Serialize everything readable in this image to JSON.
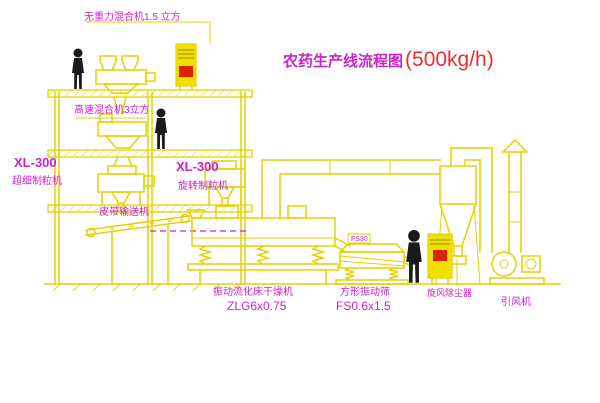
{
  "title": {
    "text": "农药生产线流程图",
    "capacity": "(500kg/h)"
  },
  "labels": {
    "top_mixer": "无重力混合机1.5 立方",
    "high_speed_mixer": "高速混合机3立方",
    "granulator_left_model": "XL-300",
    "granulator_left_name": "超细制粒机",
    "granulator_right_model": "XL-300",
    "granulator_right_name": "旋转制粒机",
    "belt_conveyor": "皮带输送机",
    "dryer_name": "振动流化床干燥机",
    "dryer_model": "ZLG6x0.75",
    "sieve_name": "方形振动筛",
    "sieve_model": "FS0.6x1.5",
    "sieve_tag": "FS30",
    "cyclone": "旋风除尘器",
    "fan": "引风机"
  },
  "colors": {
    "line": "#E4D200",
    "label": "#CC22CC",
    "title_red": "#E53030",
    "figure": "#1A1A1A",
    "cabinet_fill": "#F0DF00",
    "cabinet_red": "#DD2200",
    "dash": "#CC22CC",
    "det": "#9A8A00",
    "background": "#FFFFFF"
  }
}
